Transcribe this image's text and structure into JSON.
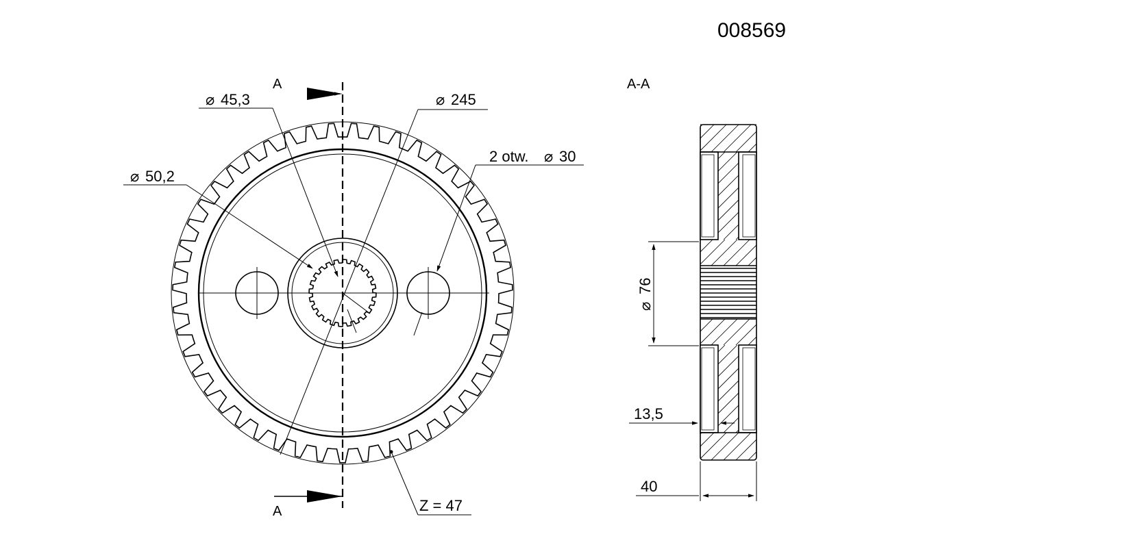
{
  "drawing": {
    "part_number": "008569",
    "section_label": "A-A",
    "section_marker_top": "A",
    "section_marker_bottom": "A",
    "colors": {
      "line": "#000000",
      "background": "#ffffff"
    }
  },
  "dimensions": {
    "d_hub": "45,3",
    "d_outer": "245",
    "d_spline": "50,2",
    "holes_label": "2 otw.",
    "holes_diameter": "30",
    "teeth": "Z = 47",
    "d_bore_section": "76",
    "web_offset": "13,5",
    "width": "40"
  },
  "icons": {
    "diameter": "diameter-icon"
  }
}
